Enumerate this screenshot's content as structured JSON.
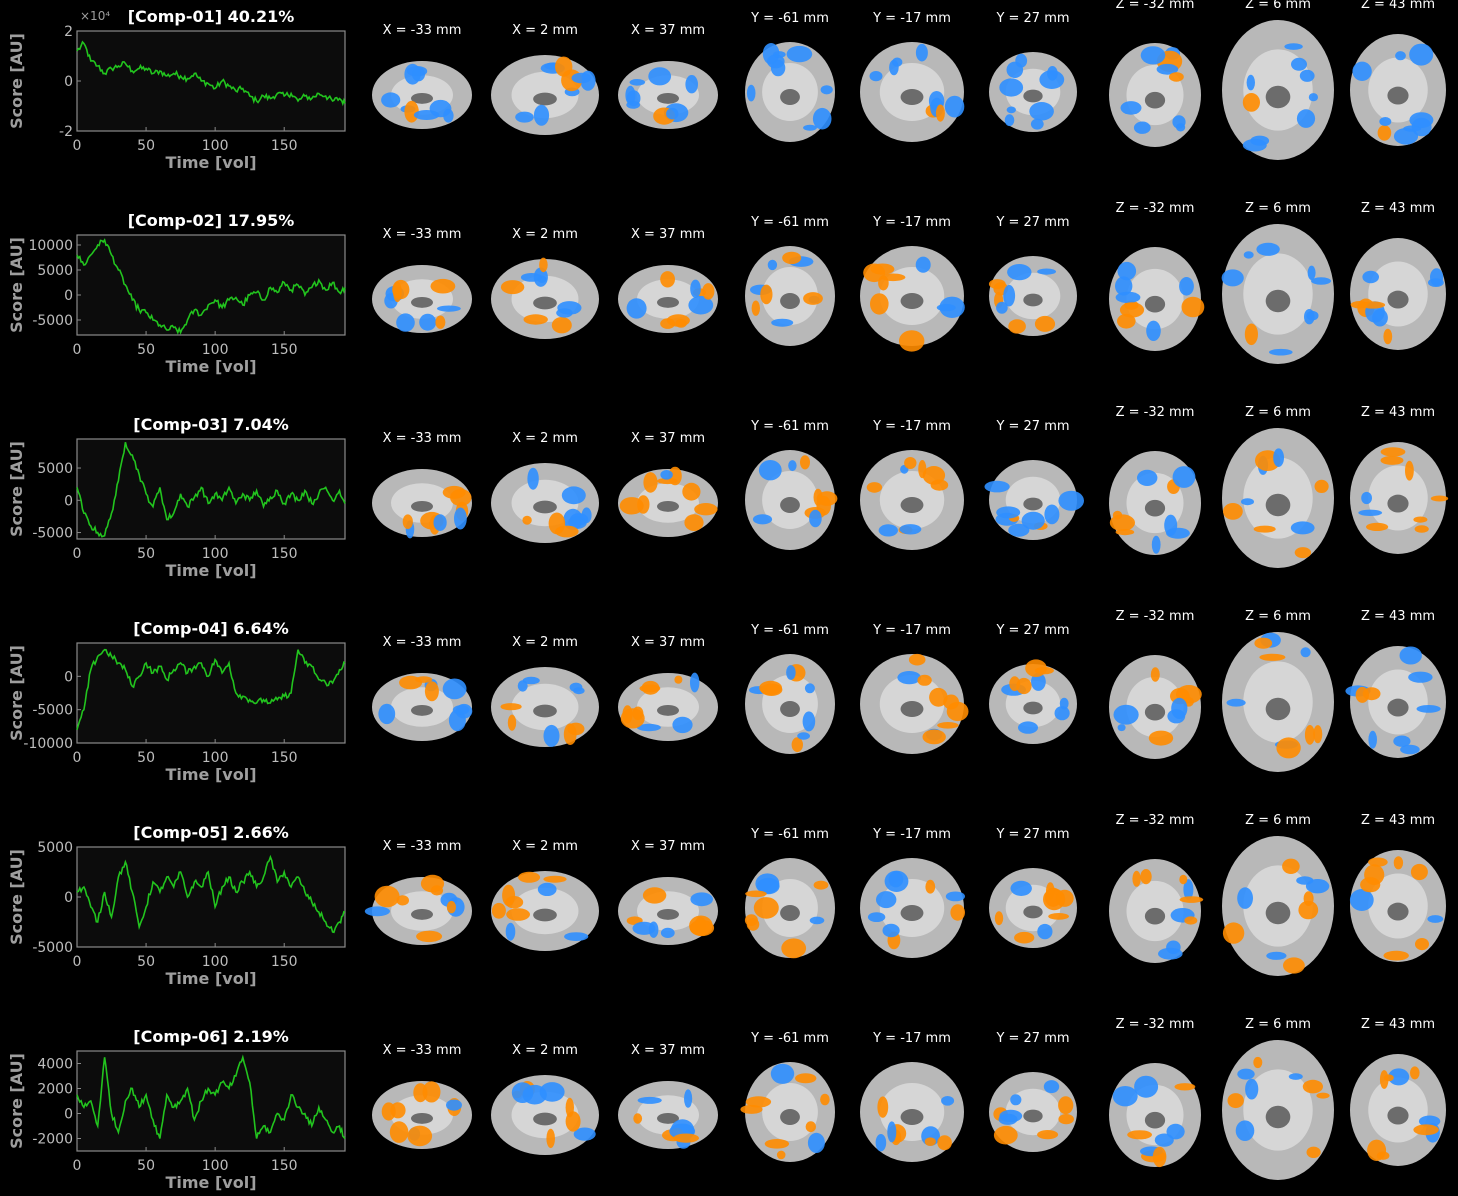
{
  "shared": {
    "xlabel": "Time [vol]",
    "ylabel": "Score [AU]",
    "xticks": [
      "0",
      "50",
      "100",
      "150"
    ],
    "xtick_values": [
      0,
      50,
      100,
      150
    ],
    "xlim": [
      0,
      194
    ],
    "line_color": "#22c41e",
    "positive_color": "#ff8c00",
    "negative_color": "#2f8fff",
    "slice_labels": [
      "X = -33 mm",
      "X = 2 mm",
      "X = 37 mm",
      "Y = -61 mm",
      "Y = -17 mm",
      "Y = 27 mm",
      "Z = -32 mm",
      "Z = 6 mm",
      "Z = 43 mm"
    ]
  },
  "chart_data": [
    {
      "type": "line",
      "title": "[Comp-01] 40.21%",
      "exponent_label": "×10⁴",
      "xlabel": "Time [vol]",
      "ylabel": "Score [AU]",
      "ylim": [
        -2,
        2
      ],
      "yticks": [
        "2",
        "0",
        "-2"
      ],
      "ytick_values": [
        2,
        0,
        -2
      ],
      "series": [
        {
          "x": [
            0,
            5,
            10,
            15,
            20,
            25,
            30,
            35,
            40,
            45,
            50,
            55,
            60,
            65,
            70,
            75,
            80,
            85,
            90,
            95,
            100,
            105,
            110,
            115,
            120,
            125,
            130,
            135,
            140,
            145,
            150,
            155,
            160,
            165,
            170,
            175,
            180,
            185,
            190,
            194
          ],
          "values": [
            1.2,
            1.5,
            0.8,
            0.6,
            0.3,
            0.5,
            0.6,
            0.7,
            0.4,
            0.5,
            0.5,
            0.3,
            0.4,
            0.2,
            0.3,
            0.2,
            0.1,
            0.3,
            0.0,
            -0.1,
            -0.3,
            0.0,
            -0.2,
            -0.4,
            -0.3,
            -0.6,
            -0.8,
            -0.6,
            -0.7,
            -0.5,
            -0.6,
            -0.5,
            -0.8,
            -0.6,
            -0.7,
            -0.5,
            -0.6,
            -0.8,
            -0.7,
            -0.9
          ]
        }
      ]
    },
    {
      "type": "line",
      "title": "[Comp-02] 17.95%",
      "exponent_label": "",
      "xlabel": "Time [vol]",
      "ylabel": "Score [AU]",
      "ylim": [
        -8000,
        12000
      ],
      "yticks": [
        "10000",
        "5000",
        "0",
        "-5000"
      ],
      "ytick_values": [
        10000,
        5000,
        0,
        -5000
      ],
      "series": [
        {
          "x": [
            0,
            5,
            10,
            15,
            20,
            25,
            30,
            35,
            40,
            45,
            50,
            55,
            60,
            65,
            70,
            75,
            80,
            85,
            90,
            95,
            100,
            105,
            110,
            115,
            120,
            125,
            130,
            135,
            140,
            145,
            150,
            155,
            160,
            165,
            170,
            175,
            180,
            185,
            190,
            194
          ],
          "values": [
            8000,
            6000,
            8000,
            10000,
            11000,
            8000,
            5000,
            2000,
            -1000,
            -3000,
            -3500,
            -5000,
            -6000,
            -7000,
            -6500,
            -7500,
            -5000,
            -3000,
            -4000,
            -2000,
            -1000,
            -2500,
            -1000,
            -500,
            -2000,
            0,
            500,
            -1000,
            1500,
            500,
            2500,
            1000,
            2000,
            0,
            1500,
            3000,
            1000,
            2500,
            500,
            1500
          ]
        }
      ]
    },
    {
      "type": "line",
      "title": "[Comp-03] 7.04%",
      "exponent_label": "",
      "xlabel": "Time [vol]",
      "ylabel": "Score [AU]",
      "ylim": [
        -6000,
        9500
      ],
      "yticks": [
        "5000",
        "0",
        "-5000"
      ],
      "ytick_values": [
        5000,
        0,
        -5000
      ],
      "series": [
        {
          "x": [
            0,
            5,
            10,
            15,
            20,
            25,
            30,
            35,
            40,
            45,
            50,
            55,
            60,
            65,
            70,
            75,
            80,
            85,
            90,
            95,
            100,
            105,
            110,
            115,
            120,
            125,
            130,
            135,
            140,
            145,
            150,
            155,
            160,
            165,
            170,
            175,
            180,
            185,
            190,
            194
          ],
          "values": [
            2000,
            -2000,
            -4000,
            -5000,
            -5500,
            -2000,
            3000,
            9000,
            7000,
            4000,
            1000,
            -1000,
            2000,
            -3000,
            -2000,
            1000,
            -1000,
            500,
            2000,
            -500,
            1000,
            0,
            2000,
            -500,
            1000,
            0,
            1500,
            -1000,
            500,
            1500,
            -500,
            1000,
            0,
            1500,
            -500,
            1000,
            2000,
            0,
            1500,
            -500
          ]
        }
      ]
    },
    {
      "type": "line",
      "title": "[Comp-04] 6.64%",
      "exponent_label": "",
      "xlabel": "Time [vol]",
      "ylabel": "Score [AU]",
      "ylim": [
        -10000,
        5000
      ],
      "yticks": [
        "0",
        "-5000",
        "-10000"
      ],
      "ytick_values": [
        0,
        -5000,
        -10000
      ],
      "series": [
        {
          "x": [
            0,
            5,
            10,
            15,
            20,
            25,
            30,
            35,
            40,
            45,
            50,
            55,
            60,
            65,
            70,
            75,
            80,
            85,
            90,
            95,
            100,
            105,
            110,
            115,
            120,
            125,
            130,
            135,
            140,
            145,
            150,
            155,
            160,
            165,
            170,
            175,
            180,
            185,
            190,
            194
          ],
          "values": [
            -8000,
            -5000,
            1000,
            3000,
            4000,
            3000,
            2000,
            1000,
            -1500,
            0,
            2000,
            500,
            1500,
            -500,
            1000,
            2000,
            500,
            1500,
            2000,
            0,
            2500,
            500,
            2000,
            -2500,
            -3000,
            -3500,
            -4000,
            -3500,
            -4000,
            -3500,
            -3000,
            -2500,
            4000,
            2000,
            1500,
            -500,
            -1000,
            -1000,
            1000,
            2000
          ]
        }
      ]
    },
    {
      "type": "line",
      "title": "[Comp-05] 2.66%",
      "exponent_label": "",
      "xlabel": "Time [vol]",
      "ylabel": "Score [AU]",
      "ylim": [
        -5000,
        5000
      ],
      "yticks": [
        "5000",
        "0",
        "-5000"
      ],
      "ytick_values": [
        5000,
        0,
        -5000
      ],
      "series": [
        {
          "x": [
            0,
            5,
            10,
            15,
            20,
            25,
            30,
            35,
            40,
            45,
            50,
            55,
            60,
            65,
            70,
            75,
            80,
            85,
            90,
            95,
            100,
            105,
            110,
            115,
            120,
            125,
            130,
            135,
            140,
            145,
            150,
            155,
            160,
            165,
            170,
            175,
            180,
            185,
            190,
            194
          ],
          "values": [
            500,
            1000,
            -1000,
            -2500,
            500,
            -2000,
            2000,
            3500,
            500,
            -3000,
            -1000,
            1500,
            500,
            2000,
            1000,
            2500,
            0,
            1500,
            1000,
            2500,
            -1000,
            1000,
            2000,
            500,
            1500,
            2500,
            1000,
            2000,
            4000,
            1500,
            2500,
            1000,
            2000,
            500,
            -500,
            -1500,
            -2500,
            -3500,
            -2500,
            -1500
          ]
        }
      ]
    },
    {
      "type": "line",
      "title": "[Comp-06] 2.19%",
      "exponent_label": "",
      "xlabel": "Time [vol]",
      "ylabel": "Score [AU]",
      "ylim": [
        -3000,
        5000
      ],
      "yticks": [
        "4000",
        "2000",
        "0",
        "-2000"
      ],
      "ytick_values": [
        4000,
        2000,
        0,
        -2000
      ],
      "series": [
        {
          "x": [
            0,
            5,
            10,
            15,
            20,
            25,
            30,
            35,
            40,
            45,
            50,
            55,
            60,
            65,
            70,
            75,
            80,
            85,
            90,
            95,
            100,
            105,
            110,
            115,
            120,
            125,
            130,
            135,
            140,
            145,
            150,
            155,
            160,
            165,
            170,
            175,
            180,
            185,
            190,
            194
          ],
          "values": [
            1500,
            500,
            1000,
            -1000,
            4500,
            0,
            -1500,
            1000,
            2000,
            500,
            1500,
            -500,
            -2000,
            1500,
            500,
            1000,
            2000,
            -500,
            1000,
            2000,
            1500,
            2500,
            2000,
            3000,
            4500,
            2500,
            -2000,
            -1000,
            -1500,
            0,
            -500,
            1500,
            500,
            0,
            -1000,
            500,
            -500,
            -1500,
            -1000,
            -2000
          ]
        }
      ]
    }
  ]
}
